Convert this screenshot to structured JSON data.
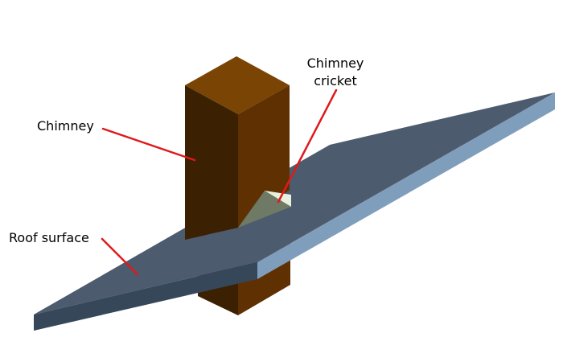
{
  "labels": {
    "chimney": "Chimney",
    "chimney_cricket_line1": "Chimney",
    "chimney_cricket_line2": "cricket",
    "roof_surface": "Roof surface"
  },
  "colors": {
    "chimney_top": "#7A4404",
    "chimney_front": "#3C2002",
    "chimney_side": "#5F3001",
    "roof_top": "#4C5B6D",
    "roof_edge_front": "#36475A",
    "roof_edge_side": "#7F9EBC",
    "cricket": "#6E7A66",
    "cricket_highlight": "#E8F0DF",
    "leader_line": "#E0191A"
  }
}
